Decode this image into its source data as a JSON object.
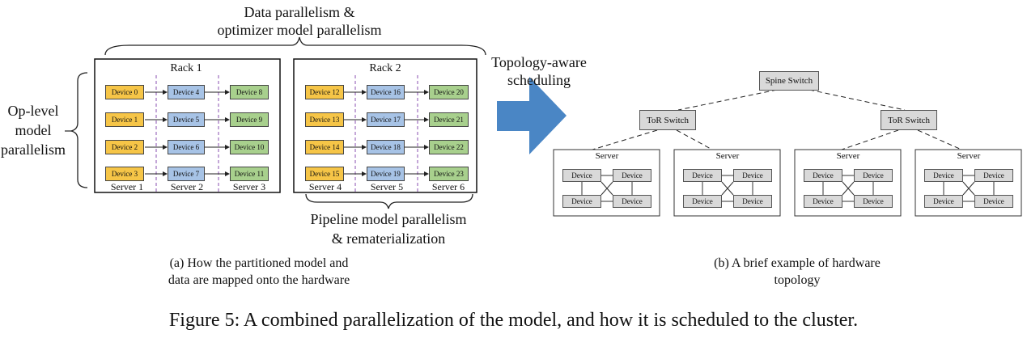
{
  "left": {
    "top_label_line1": "Data parallelism &",
    "top_label_line2": "optimizer model parallelism",
    "side_label_line1": "Op-level",
    "side_label_line2": "model",
    "side_label_line3": "parallelism",
    "racks": [
      {
        "title": "Rack 1",
        "servers": [
          "Server 1",
          "Server 2",
          "Server 3"
        ],
        "rows": [
          [
            "Device 0",
            "Device 4",
            "Device 8"
          ],
          [
            "Device 1",
            "Device 5",
            "Device 9"
          ],
          [
            "Device 2",
            "Device 6",
            "Device 10"
          ],
          [
            "Device 3",
            "Device 7",
            "Device 11"
          ]
        ]
      },
      {
        "title": "Rack 2",
        "servers": [
          "Server 4",
          "Server 5",
          "Server 6"
        ],
        "rows": [
          [
            "Device 12",
            "Device 16",
            "Device 20"
          ],
          [
            "Device 13",
            "Device 17",
            "Device 21"
          ],
          [
            "Device 14",
            "Device 18",
            "Device 22"
          ],
          [
            "Device 15",
            "Device 19",
            "Device 23"
          ]
        ]
      }
    ],
    "bottom_label_line1": "Pipeline model parallelism",
    "bottom_label_line2": "& rematerialization",
    "caption_line1": "(a) How the partitioned model and",
    "caption_line2": "data are mapped onto the hardware"
  },
  "arrow_label_line1": "Topology-aware",
  "arrow_label_line2": "scheduling",
  "right": {
    "spine": "Spine Switch",
    "tor": [
      "ToR Switch",
      "ToR Switch"
    ],
    "server_title": "Server",
    "device": "Device",
    "caption_line1": "(b) A brief example of hardware",
    "caption_line2": "topology"
  },
  "figure_caption": "Figure 5: A combined parallelization of the model, and how it is scheduled to the cluster.",
  "colors": {
    "stage1": "#f6c547",
    "stage2": "#a7c3e6",
    "stage3": "#a8d08d",
    "arrow": "#4a86c5",
    "switch": "#d9d9d9"
  }
}
